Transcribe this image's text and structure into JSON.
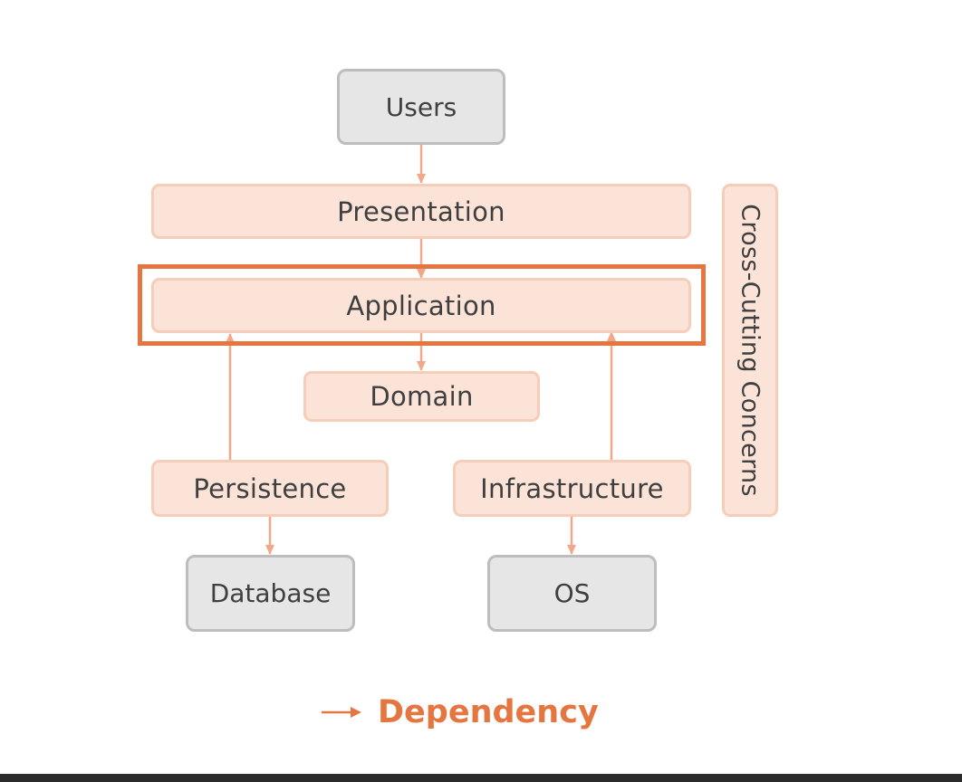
{
  "nodes": {
    "users": "Users",
    "presentation": "Presentation",
    "application": "Application",
    "domain": "Domain",
    "persistence": "Persistence",
    "infrastructure": "Infrastructure",
    "database": "Database",
    "os": "OS",
    "cross_cutting": "Cross-Cutting Concerns"
  },
  "legend": {
    "label": "Dependency"
  },
  "colors": {
    "accent": "#e67640",
    "layer_fill": "#fbe3d8",
    "layer_border": "#f6cdb9",
    "external_fill": "#e6e6e6",
    "external_border": "#bdbdbd",
    "arrow": "#f0a888"
  },
  "highlighted_node": "Application"
}
